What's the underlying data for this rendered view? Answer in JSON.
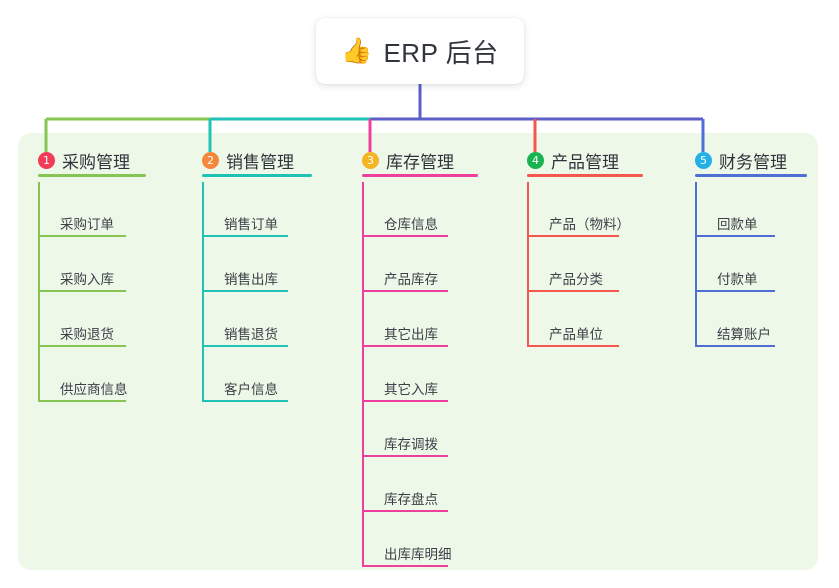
{
  "root": {
    "emoji": "👍",
    "emoji_name": "thumbs-up-icon",
    "title": "ERP 后台"
  },
  "colors": {
    "canvas": "#ffffff",
    "panel": "#eef8e8",
    "card": "#ffffff",
    "stem": "#5b5fc7",
    "text": "#2f333b",
    "leaf_text": "#3b3f47"
  },
  "branches": [
    {
      "index": "1",
      "label": "采购管理",
      "badge_color": "#f13c58",
      "line_color": "#86c552",
      "items": [
        "采购订单",
        "采购入库",
        "采购退货",
        "供应商信息"
      ]
    },
    {
      "index": "2",
      "label": "销售管理",
      "badge_color": "#f5873a",
      "line_color": "#1ec3b5",
      "items": [
        "销售订单",
        "销售出库",
        "销售退货",
        "客户信息"
      ]
    },
    {
      "index": "3",
      "label": "库存管理",
      "badge_color": "#f5b421",
      "line_color": "#ef3f9c",
      "items": [
        "仓库信息",
        "产品库存",
        "其它出库",
        "其它入库",
        "库存调拨",
        "库存盘点",
        "出库库明细"
      ]
    },
    {
      "index": "4",
      "label": "产品管理",
      "badge_color": "#19b352",
      "line_color": "#f5574e",
      "items": [
        "产品（物料）",
        "产品分类",
        "产品单位"
      ]
    },
    {
      "index": "5",
      "label": "财务管理",
      "badge_color": "#23b0e8",
      "line_color": "#4f6fd4",
      "items": [
        "回款单",
        "付款单",
        "结算账户"
      ]
    }
  ]
}
